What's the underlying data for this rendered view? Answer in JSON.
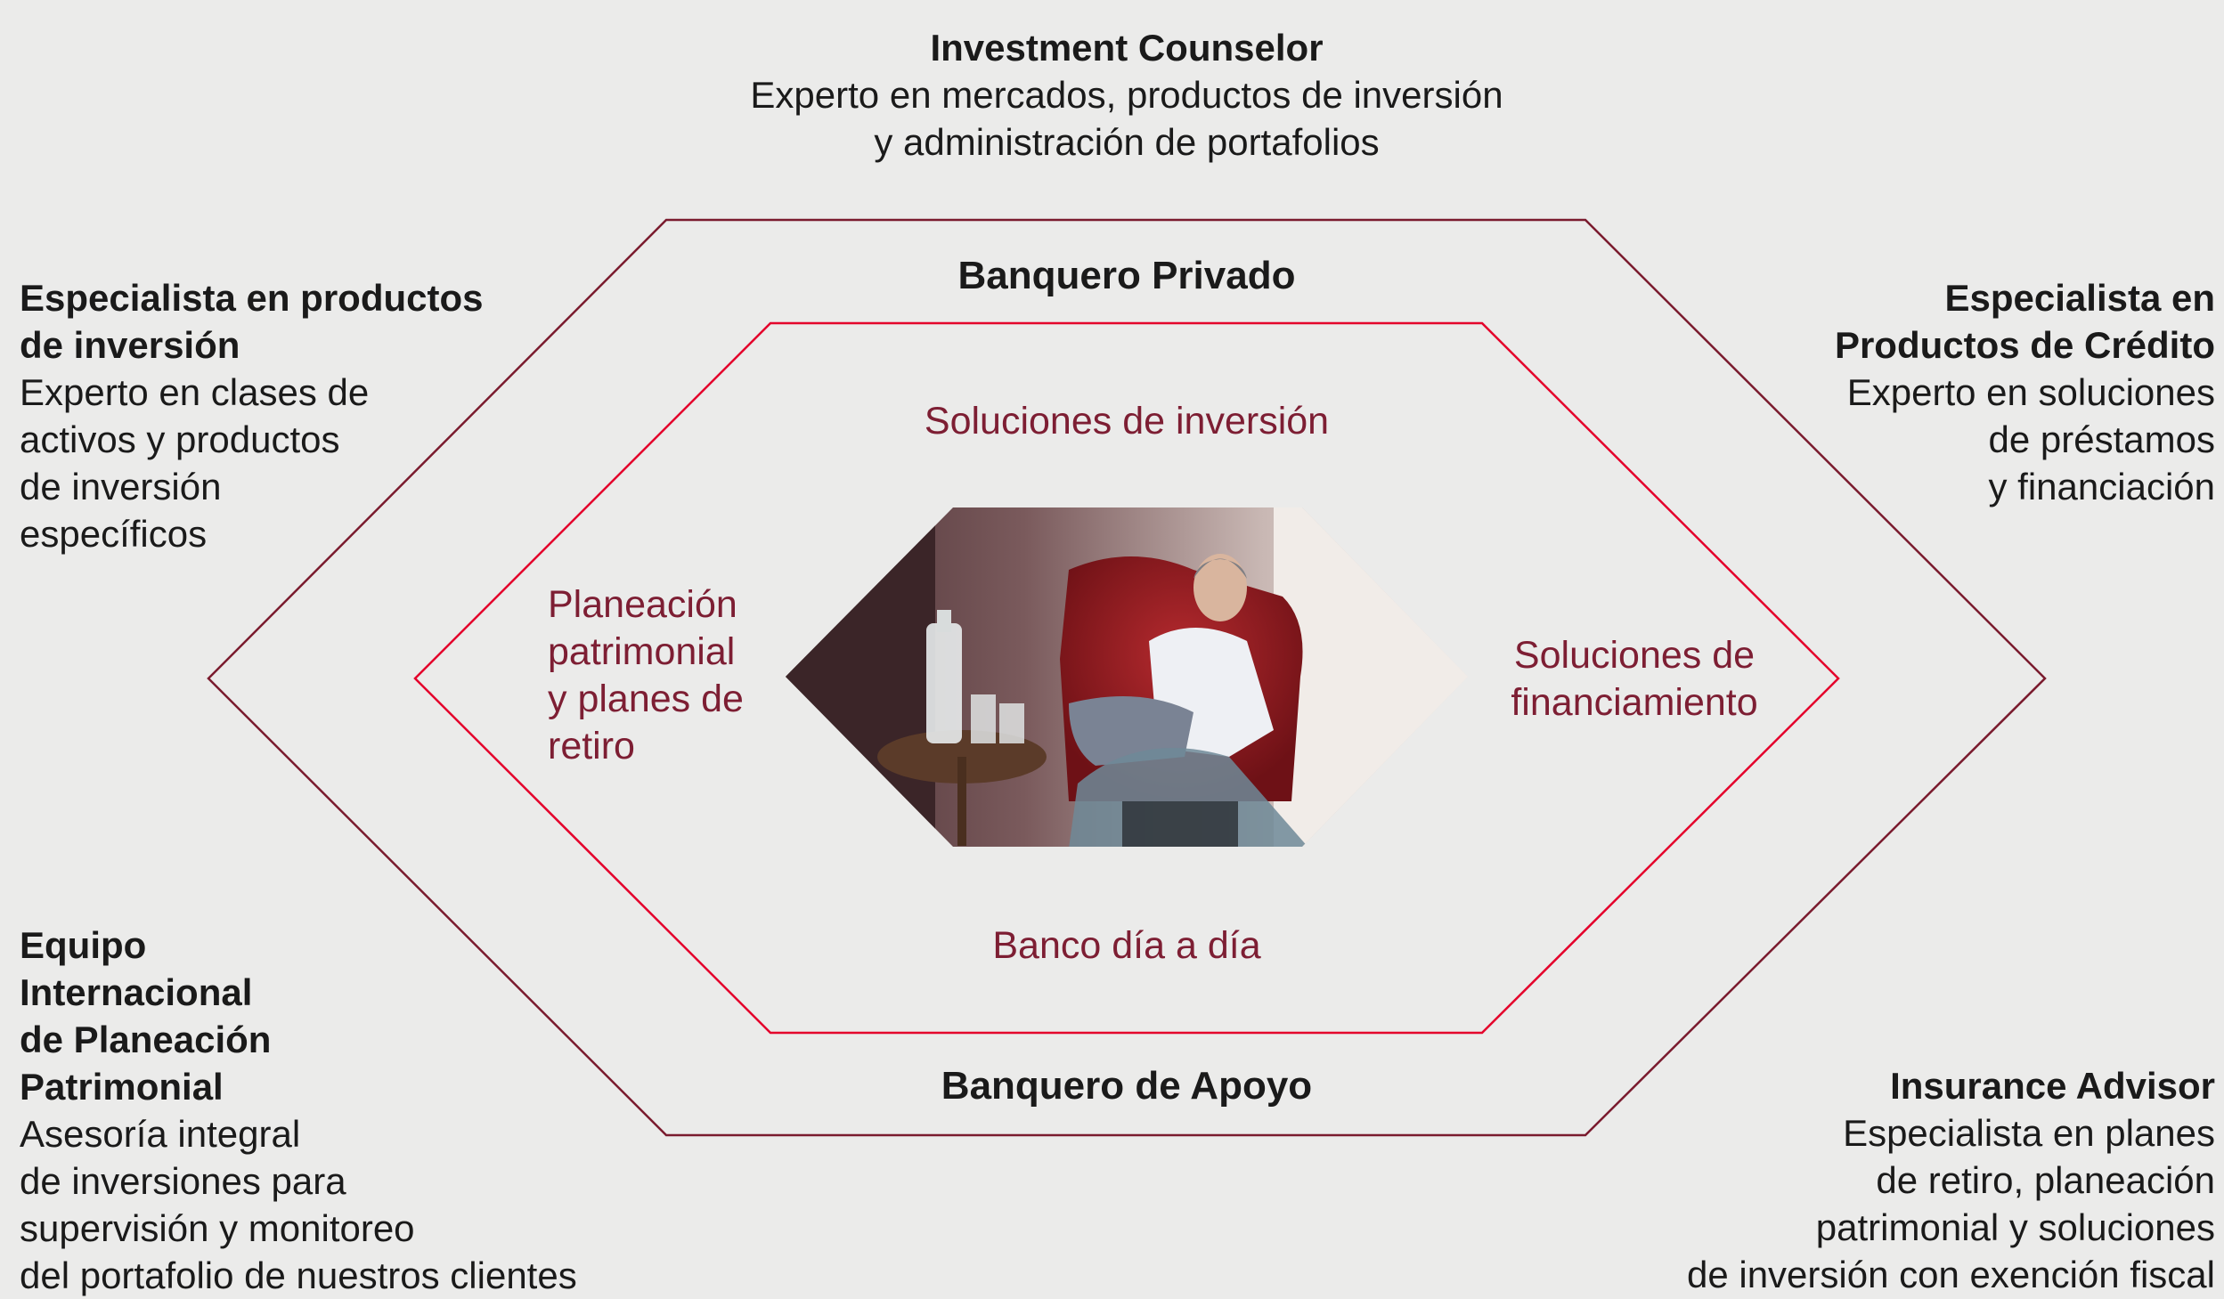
{
  "top": {
    "title": "Investment Counselor",
    "line1": "Experto en mercados, productos de inversión",
    "line2": "y administración de portafolios"
  },
  "top_left": {
    "title_line1": "Especialista en productos",
    "title_line2": "de inversión",
    "desc_line1": "Experto en clases de",
    "desc_line2": "activos y productos",
    "desc_line3": "de inversión",
    "desc_line4": "específicos"
  },
  "top_right": {
    "title_line1": "Especialista en",
    "title_line2": "Productos de Crédito",
    "desc_line1": "Experto en soluciones",
    "desc_line2": "de préstamos",
    "desc_line3": "y financiación"
  },
  "bottom_left": {
    "title_line1": "Equipo",
    "title_line2": "Internacional",
    "title_line3": "de Planeación",
    "title_line4": "Patrimonial",
    "desc_line1": "Asesoría integral",
    "desc_line2": "de inversiones para",
    "desc_line3": "supervisión y monitoreo",
    "desc_line4": "del portafolio de nuestros clientes"
  },
  "bottom_right": {
    "title": "Insurance Advisor",
    "desc_line1": "Especialista en planes",
    "desc_line2": "de retiro, planeación",
    "desc_line3": "patrimonial y soluciones",
    "desc_line4": "de inversión con exención fiscal"
  },
  "outer_ring": {
    "top_label": "Banquero Privado",
    "bottom_label": "Banquero de Apoyo",
    "color": "#7a1b2e"
  },
  "inner_ring": {
    "top_label": "Soluciones de inversión",
    "bottom_label": "Banco día a día",
    "left_line1": "Planeación",
    "left_line2": "patrimonial",
    "left_line3": "y planes de",
    "left_line4": "retiro",
    "right_line1": "Soluciones de",
    "right_line2": "financiamiento",
    "color": "#e4002b",
    "text_color": "#7d1e33"
  },
  "center_photo": {
    "icon": "consultation-photo"
  }
}
